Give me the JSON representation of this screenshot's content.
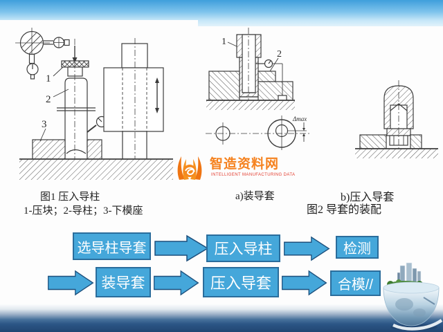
{
  "colors": {
    "top_band_start": "#3f9fdb",
    "top_band_end": "#e2f2fb",
    "bottom_band_dark": "#214672",
    "flow_box_fill": "#45a7da",
    "flow_box_border": "#2a6d9c",
    "flow_arrow_border": "#1d4f7c",
    "flow_text": "#ffffff",
    "watermark_orange": "#f5821f",
    "watermark_red": "#e2392b",
    "drawing_line": "#3c3c3c"
  },
  "figure1": {
    "caption": "图1 压入导柱",
    "legend": "1-压块；2-导柱；3-下模座",
    "labels": {
      "one": "1",
      "two": "2",
      "three": "3"
    }
  },
  "figure2": {
    "caption_a": "a)装导套",
    "caption_b": "b)压入导套",
    "caption_main": "图2 导套的装配",
    "labels": {
      "one": "1",
      "two": "2",
      "delta": "Δmax"
    }
  },
  "watermark": {
    "title": "智造资料网",
    "subtitle": "INTELLIGENT MANUFACTURING DATA"
  },
  "flowchart": {
    "row1": [
      "选导柱导套",
      "压入导柱",
      "检测"
    ],
    "row2": [
      "装导套",
      "压入导套",
      "合模//"
    ]
  }
}
